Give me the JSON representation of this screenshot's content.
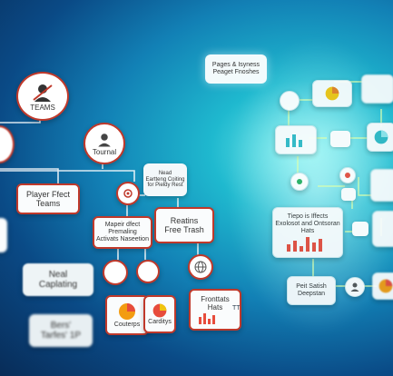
{
  "left_nodes": {
    "teams": "TEAMS",
    "tournal": "Tournal",
    "player_effect": "Player Ffect\nTeams",
    "mapeir": "Mapeir dfect\nPremaling\nActivats Naseetion",
    "nead": "Nead\nEartteng Coiting\nfor Pieldy Rest",
    "reatins": "Reatins\nFree Trash",
    "neal": "Neal\nCaplating",
    "bers": "Bers'\nTarfes' 1P",
    "couterps": "Couterps",
    "cardiys": "Carditys",
    "frontsits": "Fronttats\nHats",
    "tt": "TT"
  },
  "right_nodes": {
    "pages": "Pages & Isyness\nPeaget Fnoshes",
    "tiepo": "Tiepo is Iffects\nExolosot and Ontsoran\nHats",
    "peit": "Peit Satish\nDeepstan"
  },
  "colors": {
    "accent": "#c0392b",
    "teal": "#2fb7c4",
    "chart_red": "#e74c3c",
    "orange": "#f39c12"
  }
}
